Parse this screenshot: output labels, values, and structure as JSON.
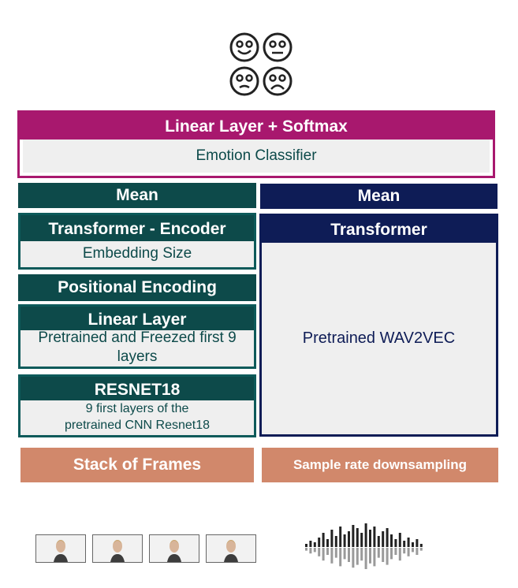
{
  "icons": {
    "emotions": [
      "happy-face-icon",
      "neutral-face-icon",
      "sad-face-icon",
      "frowning-face-icon"
    ]
  },
  "classifier": {
    "header": "Linear Layer + Softmax",
    "body": "Emotion Classifier",
    "color": "#a8186e"
  },
  "video_branch": {
    "color": "#0d4a4a",
    "mean": "Mean",
    "transformer_header": "Transformer - Encoder",
    "transformer_body": "Embedding Size",
    "positional": "Positional Encoding",
    "linear_header": "Linear Layer",
    "linear_body": "Pretrained and Freezed first 9 layers",
    "resnet_header": "RESNET18",
    "resnet_body": "9 first layers of the pretrained CNN Resnet18",
    "input": "Stack of Frames",
    "input_icon": "video-frames-icon"
  },
  "audio_branch": {
    "color": "#0e1c56",
    "mean": "Mean",
    "transformer_header": "Transformer",
    "transformer_body": "Pretrained WAV2VEC",
    "input": "Sample rate downsampling",
    "input_icon": "audio-waveform-icon"
  },
  "input_color": "#d1886b"
}
